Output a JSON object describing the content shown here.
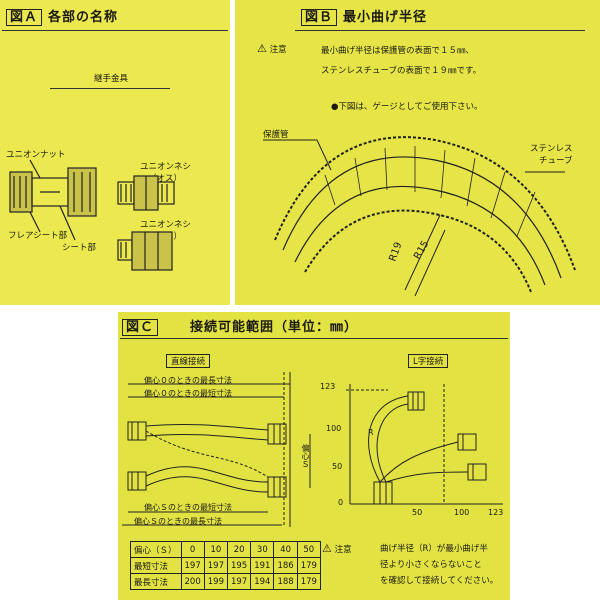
{
  "panel_a": {
    "fig_label": "図Ａ",
    "title": "各部の名称",
    "labels": {
      "joint": "継手金具",
      "union_nut": "ユニオンナット",
      "union_screw_male": "ユニオンネシ",
      "male_suffix": "（オス）",
      "union_screw_female": "ユニオンネシ",
      "female_suffix": "（メス）",
      "flare_seat": "フレアシート部",
      "seat": "シート部"
    }
  },
  "panel_b": {
    "fig_label": "図Ｂ",
    "title": "最小曲げ半径",
    "caution_label": "注意",
    "note_line1": "最小曲げ半径は保護管の表面で１５㎜、",
    "note_line2": "ステンレスチューブの表面で１９㎜です。",
    "note_line3": "●下図は、ゲージとしてご使用下さい。",
    "labels": {
      "protective_tube": "保護管",
      "stainless_tube_1": "ステンレス",
      "stainless_tube_2": "チューブ",
      "r19": "R19",
      "r15": "R15"
    }
  },
  "panel_c": {
    "fig_label": "図Ｃ",
    "title": "接続可能範囲（単位：㎜）",
    "straight_title": "直線接続",
    "l_title": "L字接続",
    "straight_labels": {
      "max_0": "偏心０のときの最長寸法",
      "min_0": "偏心０のときの最短寸法",
      "min_s": "偏心Ｓのときの最短寸法",
      "max_s": "偏心Ｓのときの最長寸法",
      "offset": "偏心Ｓ"
    },
    "l_axis": {
      "y_ticks": [
        "123",
        "100",
        "50",
        "0"
      ],
      "x_ticks": [
        "50",
        "100",
        "123"
      ],
      "r": "R"
    },
    "table": {
      "header": "偏心（Ｓ）",
      "offsets": [
        "0",
        "10",
        "20",
        "30",
        "40",
        "50"
      ],
      "rows": [
        {
          "label": "最短寸法",
          "values": [
            "197",
            "197",
            "195",
            "191",
            "186",
            "179"
          ]
        },
        {
          "label": "最長寸法",
          "values": [
            "200",
            "199",
            "197",
            "194",
            "188",
            "179"
          ]
        }
      ]
    },
    "caution_label": "注意",
    "note_line1": "曲げ半径（R）が最小曲げ半",
    "note_line2": "径より小さくならないこと",
    "note_line3": "を確認して接続してください。"
  }
}
